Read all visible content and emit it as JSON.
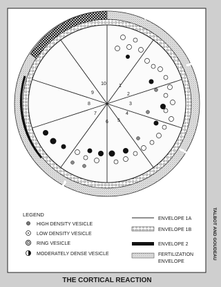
{
  "title": "THE CORTICAL REACTION",
  "credit": "TALBOT AND GOUDEAU",
  "sectors": [
    "1",
    "2",
    "3",
    "4",
    "5",
    "6",
    "7",
    "8",
    "9",
    "10"
  ],
  "legend": {
    "heading": "LEGEND",
    "left_items": [
      {
        "icon": "high-density-vesicle-icon",
        "label": "HIGH DENSITY VESICLE"
      },
      {
        "icon": "low-density-vesicle-icon",
        "label": "LOW DENSITY VESICLE"
      },
      {
        "icon": "ring-vesicle-icon",
        "label": "RING VESICLE"
      },
      {
        "icon": "moderately-dense-vesicle-icon",
        "label": "MODERATELY DENSE VESICLE"
      }
    ],
    "right_items": [
      {
        "icon": "envelope-1a-icon",
        "label": "ENVELOPE 1A"
      },
      {
        "icon": "envelope-1b-icon",
        "label": "ENVELOPE 1B"
      },
      {
        "icon": "envelope-2-icon",
        "label": "ENVELOPE 2"
      },
      {
        "icon": "fertilization-envelope-icon",
        "label": "FERTILIZATION"
      },
      {
        "icon": "",
        "label": "ENVELOPE"
      }
    ]
  },
  "colors": {
    "background": "#d6d6d6",
    "ink": "#1a1a1a",
    "panel": "#ffffff"
  }
}
